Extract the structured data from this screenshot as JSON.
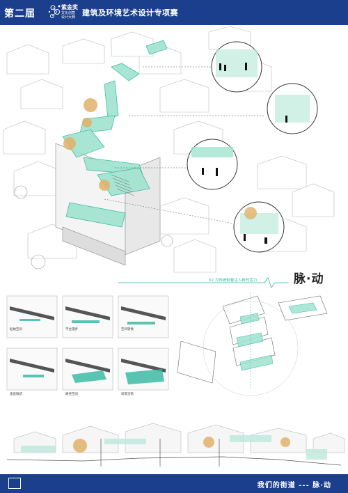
{
  "header": {
    "edition": "第二届",
    "award_name": "紫金奖",
    "award_sub_line1": "文化创意",
    "award_sub_line2": "设计大赛",
    "competition": "建筑及环境艺术设计专项赛"
  },
  "title": {
    "main": "脉·动",
    "subtitle": "02  为传统街巷注入新的活力"
  },
  "diagrams": {
    "captions": [
      "起始空间",
      "平台漫步",
      "空间转换",
      "垂直联结",
      "路径空间",
      "场景渲染"
    ]
  },
  "footer": {
    "tagline": "我们的街道 --- 脉·动"
  },
  "colors": {
    "brand_blue": "#1b3f8c",
    "accent_teal": "#2fb8a0",
    "glass_green": "#9fe3cf"
  }
}
